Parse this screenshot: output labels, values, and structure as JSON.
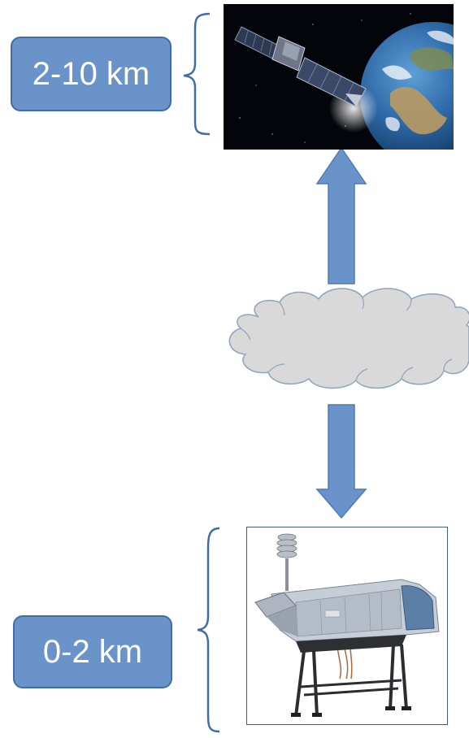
{
  "labels": {
    "upper_range": "2-10 km",
    "lower_range": "0-2 km"
  },
  "colors": {
    "label_fill": "#6a93c9",
    "label_border": "#3f6da8",
    "arrow_fill": "#6a93c9",
    "brace": "#3f6da8",
    "cloud_fill": "#d9d9d9",
    "cloud_stroke": "#8fa3bf"
  },
  "icons": {
    "satellite_image": "satellite-over-earth",
    "ground_instrument_image": "lidar-instrument"
  }
}
